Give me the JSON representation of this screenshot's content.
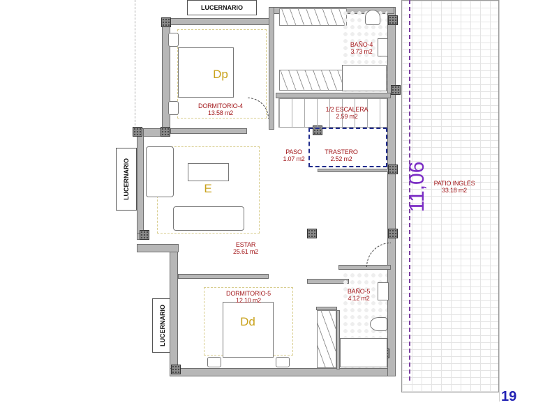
{
  "plan": {
    "type": "floor-plan",
    "dimension_label": "11,06",
    "corner_fragment": "19",
    "colors": {
      "room_label": "#a3191c",
      "zone_letter": "#c9a21c",
      "dimension": "#7a2cc4",
      "wall": "#b7b7b7",
      "storage_outline": "#1f2b8c"
    }
  },
  "skylights": [
    {
      "label": "LUCERNARIO",
      "position": "top"
    },
    {
      "label": "LUCERNARIO",
      "position": "left-middle"
    },
    {
      "label": "LUCERNARIO",
      "position": "left-bottom"
    }
  ],
  "rooms": [
    {
      "name": "DORMITORIO-4",
      "area": "13.58 m2",
      "zone": "Dp"
    },
    {
      "name": "BAÑO-4",
      "area": "3.73 m2"
    },
    {
      "name": "1/2 ESCALERA",
      "area": "2.59 m2"
    },
    {
      "name": "PASO",
      "area": "1.07 m2"
    },
    {
      "name": "TRASTERO",
      "area": "2.52 m2"
    },
    {
      "name": "ESTAR",
      "area": "25.61 m2",
      "zone": "E"
    },
    {
      "name": "DORMITORIO-5",
      "area": "12.10 m2",
      "zone": "Dd"
    },
    {
      "name": "BAÑO-5",
      "area": "4.12 m2"
    },
    {
      "name": "PATIO INGLÉS",
      "area": "33.18 m2"
    }
  ]
}
